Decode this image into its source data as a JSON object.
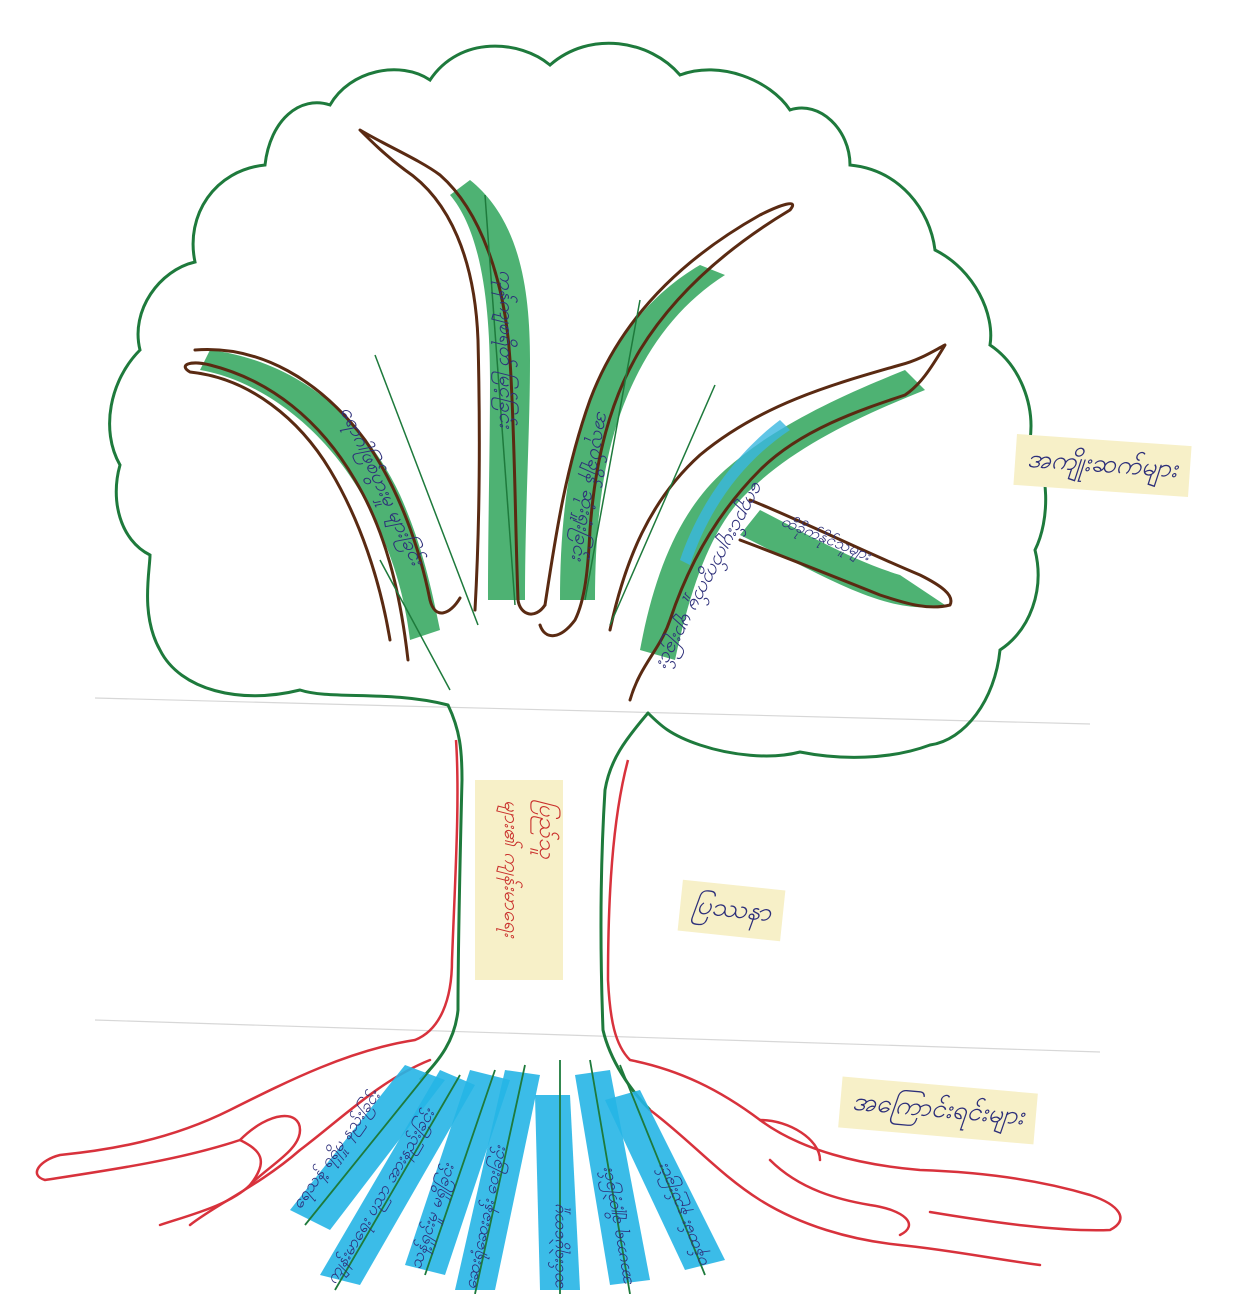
{
  "diagram": {
    "sections": {
      "effects_label": "အကျိုးဆက်များ",
      "problem_label": "ပြဿနာ",
      "causes_label": "အကြောင်းရင်းများ"
    },
    "core_problem": {
      "line1": "ပြည်သူ",
      "line2": "များ၏ ကျန်းမာရေး"
    },
    "branches": [
      "ရောဂါဖြစ်ပွားမှု များခြင်း",
      "ကုန်ကျစရိတ် မြင့်ခြင်း",
      "အလုပ်ချိန် ဆုံးရှုံးခြင်း",
      "ကျောင်းပျက်ကွက်မှု များခြင်း",
      "ထိခိုက်နိုင်သူများ"
    ],
    "roots": [
      "ရေသန့် ရရှိမှု နည်းခြင်း",
      "ကျန်းမာရေး ပညာ အားနည်းခြင်း",
      "သန့်ရှင်းမှု မရှိခြင်း",
      "ဆေးရုံဆေးခန်း ဝေးခြင်း",
      "ဆင်းရဲမွဲတေမှု",
      "အာဟာရ ချို့တဲ့ခြင်း",
      "ဝန်ထမ်း နည်းခြင်း"
    ],
    "colors": {
      "canopy_outline": "#1e7a3c",
      "branch_outline": "#5a2a12",
      "branch_fill": "#2fa55a",
      "branch_highlight": "#39b6e0",
      "root_line": "#d8323c",
      "root_fill": "#26b5e6",
      "label_bg": "#f7f0c8",
      "ink": "#2d2f7a",
      "core_ink": "#c9302c"
    }
  }
}
